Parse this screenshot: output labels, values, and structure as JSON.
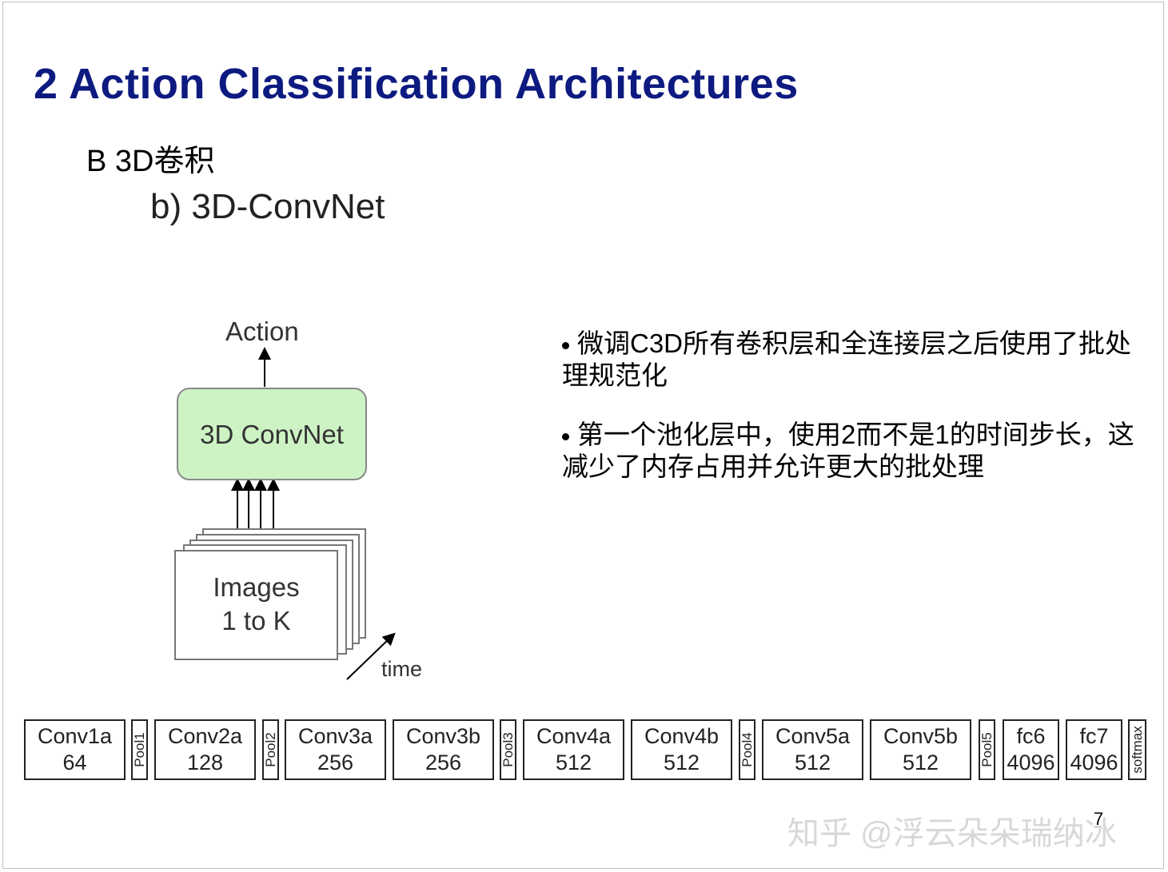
{
  "slide": {
    "title": "2 Action Classification Architectures",
    "subtitle": "B 3D卷积",
    "subsubtitle": "b) 3D-ConvNet",
    "page_number": "7",
    "watermark": "知乎 @浮云朵朵瑞纳冰"
  },
  "figure": {
    "output_label": "Action",
    "model_label": "3D ConvNet",
    "input_line1": "Images",
    "input_line2": "1 to K",
    "time_label": "time",
    "model_fill": "#cdf3c5"
  },
  "bullets": [
    "微调C3D所有卷积层和全连接层之后使用了批处理规范化",
    "第一个池化层中，使用2而不是1的时间步长，这减少了内存占用并允许更大的批处理"
  ],
  "architecture": [
    {
      "name": "Conv1a",
      "channels": "64"
    },
    {
      "name": "Pool1"
    },
    {
      "name": "Conv2a",
      "channels": "128"
    },
    {
      "name": "Pool2"
    },
    {
      "name": "Conv3a",
      "channels": "256"
    },
    {
      "name": "Conv3b",
      "channels": "256"
    },
    {
      "name": "Pool3"
    },
    {
      "name": "Conv4a",
      "channels": "512"
    },
    {
      "name": "Conv4b",
      "channels": "512"
    },
    {
      "name": "Pool4"
    },
    {
      "name": "Conv5a",
      "channels": "512"
    },
    {
      "name": "Conv5b",
      "channels": "512"
    },
    {
      "name": "Pool5"
    },
    {
      "name": "fc6",
      "channels": "4096"
    },
    {
      "name": "fc7",
      "channels": "4096"
    },
    {
      "name": "softmax"
    }
  ],
  "colors": {
    "title": "#0d1a80",
    "model_fill": "#cdf3c5"
  }
}
